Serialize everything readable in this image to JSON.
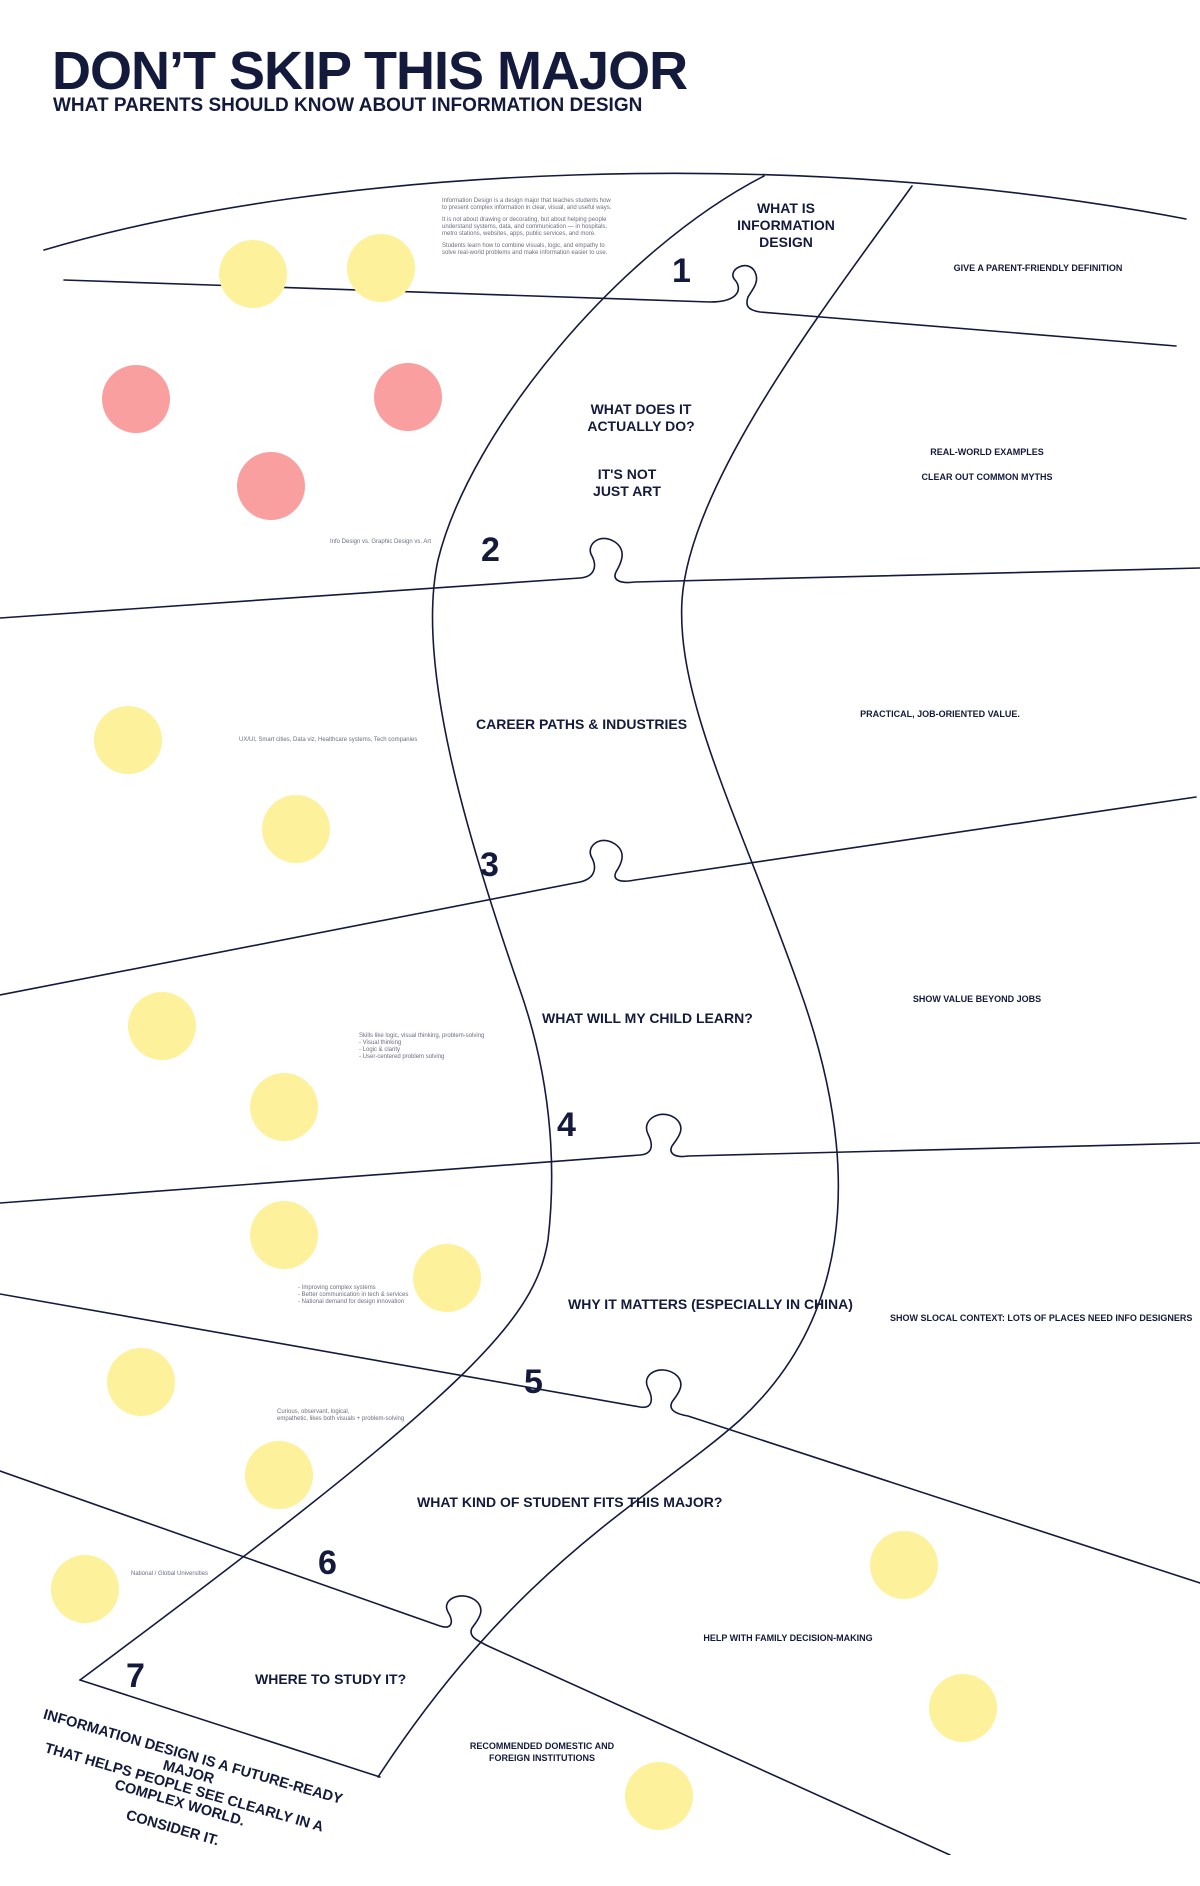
{
  "header": {
    "title": "DON’T SKIP THIS MAJOR",
    "subtitle": "WHAT PARENTS SHOULD KNOW ABOUT INFORMATION DESIGN"
  },
  "colors": {
    "ink": "#141a3c",
    "yellow": "#fdf19b",
    "pink": "#f99f9f"
  },
  "steps": [
    {
      "number": "1",
      "heading": "WHAT IS\nINFORMATION\nDESIGN",
      "note_right": "GIVE A PARENT-FRIENDLY DEFINITION"
    },
    {
      "number": "2",
      "heading": "WHAT DOES IT\nACTUALLY DO?",
      "heading_b": "IT'S NOT\nJUST ART",
      "note_right": "REAL-WORLD EXAMPLES",
      "note_right_b": "CLEAR OUT COMMON MYTHS"
    },
    {
      "number": "3",
      "heading": "CAREER PATHS & INDUSTRIES",
      "note_right": "PRACTICAL, JOB-ORIENTED VALUE."
    },
    {
      "number": "4",
      "heading": "WHAT WILL MY CHILD LEARN?",
      "note_right": "SHOW VALUE BEYOND JOBS"
    },
    {
      "number": "5",
      "heading": "WHY IT MATTERS (ESPECIALLY IN CHINA)",
      "note_right": "SHOW SLOCAL CONTEXT: LOTS OF PLACES NEED INFO DESIGNERS"
    },
    {
      "number": "6",
      "heading": "WHAT KIND OF STUDENT FITS THIS MAJOR?",
      "note_right": "HELP WITH FAMILY DECISION-MAKING"
    },
    {
      "number": "7",
      "heading": "WHERE TO STUDY IT?",
      "note_right": "RECOMMENDED DOMESTIC AND\nFOREIGN INSTITUTIONS"
    }
  ],
  "small_notes": {
    "definition": [
      "Information Design is a design major that teaches students how to present complex information in clear, visual, and useful ways.",
      "It is not about drawing or decorating, but about helping people understand systems, data, and communication — in hospitals, metro stations, websites, apps, public services, and more.",
      "Students learn how to combine visuals, logic, and empathy to solve real-world problems and make information easier to use."
    ],
    "comparison": "Info Design vs. Graphic Design vs. Art",
    "industries": "UX/UI, Smart cities, Data viz, Healthcare systems, Tech companies",
    "skills": [
      "Skills like logic, visual thinking, problem-solving",
      "- Visual thinking",
      "- Logic & clarity",
      "- User-centered problem solving"
    ],
    "china": [
      "- Improving complex systems",
      "- Better communication in tech & services",
      "- National demand for design innovation"
    ],
    "traits": [
      "Curious, observant, logical,",
      "empathetic, likes both visuals + problem-solving"
    ],
    "universities": "National / Global Universities"
  },
  "closing": [
    "INFORMATION DESIGN IS A FUTURE-READY MAJOR",
    "THAT HELPS PEOPLE SEE CLEARLY IN A COMPLEX WORLD.",
    "CONSIDER IT."
  ]
}
